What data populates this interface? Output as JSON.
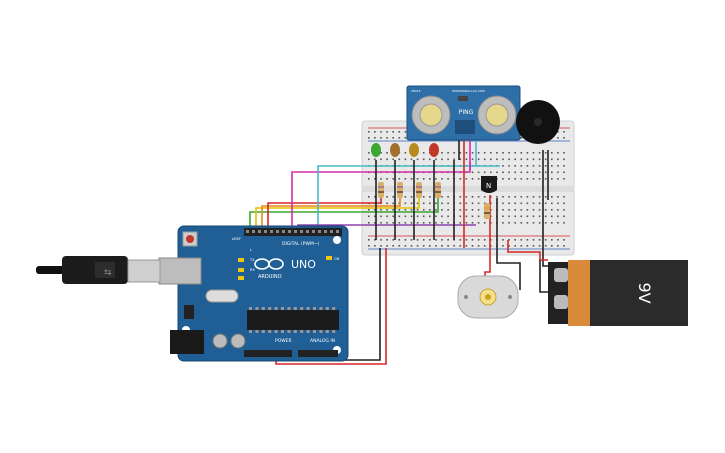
{
  "arduino": {
    "model": "UNO",
    "brand": "ARDUINO",
    "digital_label": "DIGITAL (PWM~)",
    "power_label": "POWER",
    "analog_label": "ANALOG IN",
    "aref": "AREF",
    "gnd": "GND",
    "tx": "TX",
    "rx": "RX",
    "on": "ON",
    "l": "L"
  },
  "sensor": {
    "name": "PING",
    "url": "WWW.PARALLAX.COM",
    "model": "28015"
  },
  "battery": {
    "label": "9V"
  },
  "colors": {
    "arduino_blue": "#1f5f95",
    "breadboard": "#e8e8e8",
    "wire_red": "#d62728",
    "wire_black": "#222222",
    "wire_magenta": "#d62ca8",
    "wire_cyan": "#49b9c6",
    "wire_yellow": "#e6c200",
    "wire_orange": "#e8871e",
    "wire_green": "#3aa832",
    "wire_purple": "#8e44ad",
    "sensor_blue": "#2e6fa8",
    "battery_orange": "#d98a3b"
  },
  "leds": [
    "green",
    "brown",
    "yellow",
    "red"
  ]
}
